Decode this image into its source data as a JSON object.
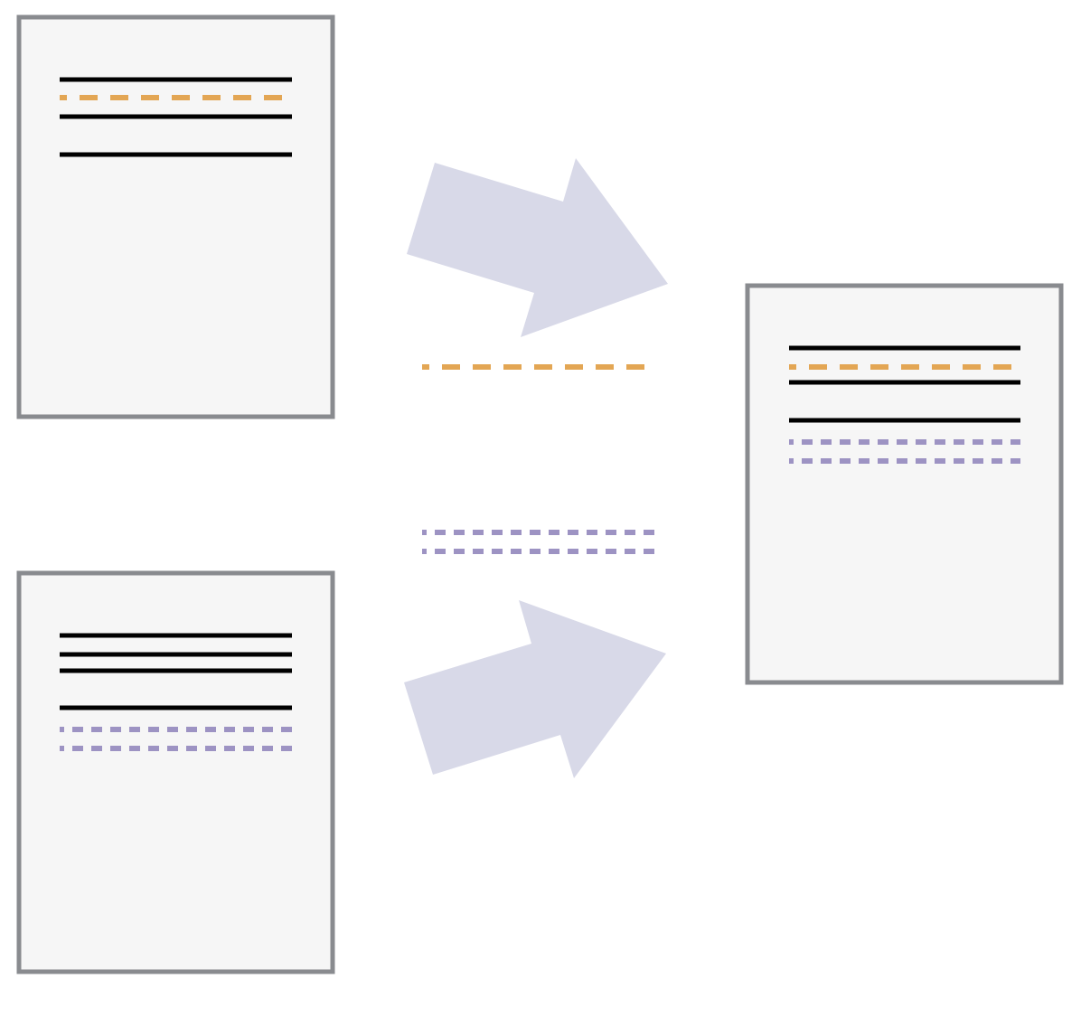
{
  "colors": {
    "background": "#ffffff",
    "document_fill": "#f6f6f6",
    "document_border": "#898b8f",
    "line_solid": "#000000",
    "line_dashed": "#e3a654",
    "line_dotted": "#9d93c3",
    "arrow_fill": "#d8d9e8"
  },
  "documents": [
    {
      "id": "doc-top-left",
      "role": "source",
      "lines": [
        "solid",
        "dashed",
        "solid",
        "gap",
        "solid"
      ]
    },
    {
      "id": "doc-bottom-left",
      "role": "source",
      "lines": [
        "solid",
        "solid",
        "solid",
        "gap",
        "solid",
        "dotted",
        "dotted"
      ]
    },
    {
      "id": "doc-right",
      "role": "merged-result",
      "lines": [
        "solid",
        "dashed",
        "solid",
        "gap",
        "solid",
        "dotted",
        "dotted"
      ]
    }
  ],
  "arrows": [
    {
      "id": "arrow-top",
      "from": "doc-top-left",
      "to": "doc-right",
      "carries": [
        "dashed"
      ]
    },
    {
      "id": "arrow-bottom",
      "from": "doc-bottom-left",
      "to": "doc-right",
      "carries": [
        "dotted",
        "dotted"
      ]
    }
  ]
}
